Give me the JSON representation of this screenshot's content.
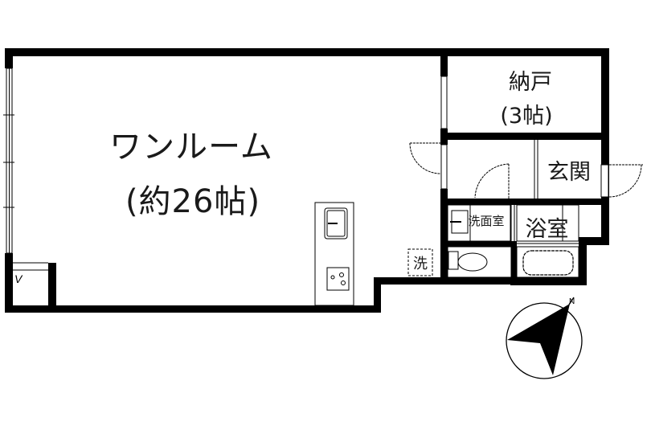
{
  "floor_plan": {
    "rooms": {
      "main_room": {
        "name": "ワンルーム",
        "size": "(約26帖)"
      },
      "storage": {
        "name": "納戸",
        "size": "(3帖)"
      },
      "entrance": {
        "name": "玄関"
      },
      "washroom": {
        "name": "洗面室"
      },
      "bathroom": {
        "name": "浴室"
      }
    },
    "fixtures": {
      "washing_machine": "洗",
      "refrigerator_mark": "V"
    },
    "compass": {
      "label": "N"
    },
    "colors": {
      "wall": "#000000",
      "background": "#ffffff",
      "line": "#000000"
    }
  }
}
